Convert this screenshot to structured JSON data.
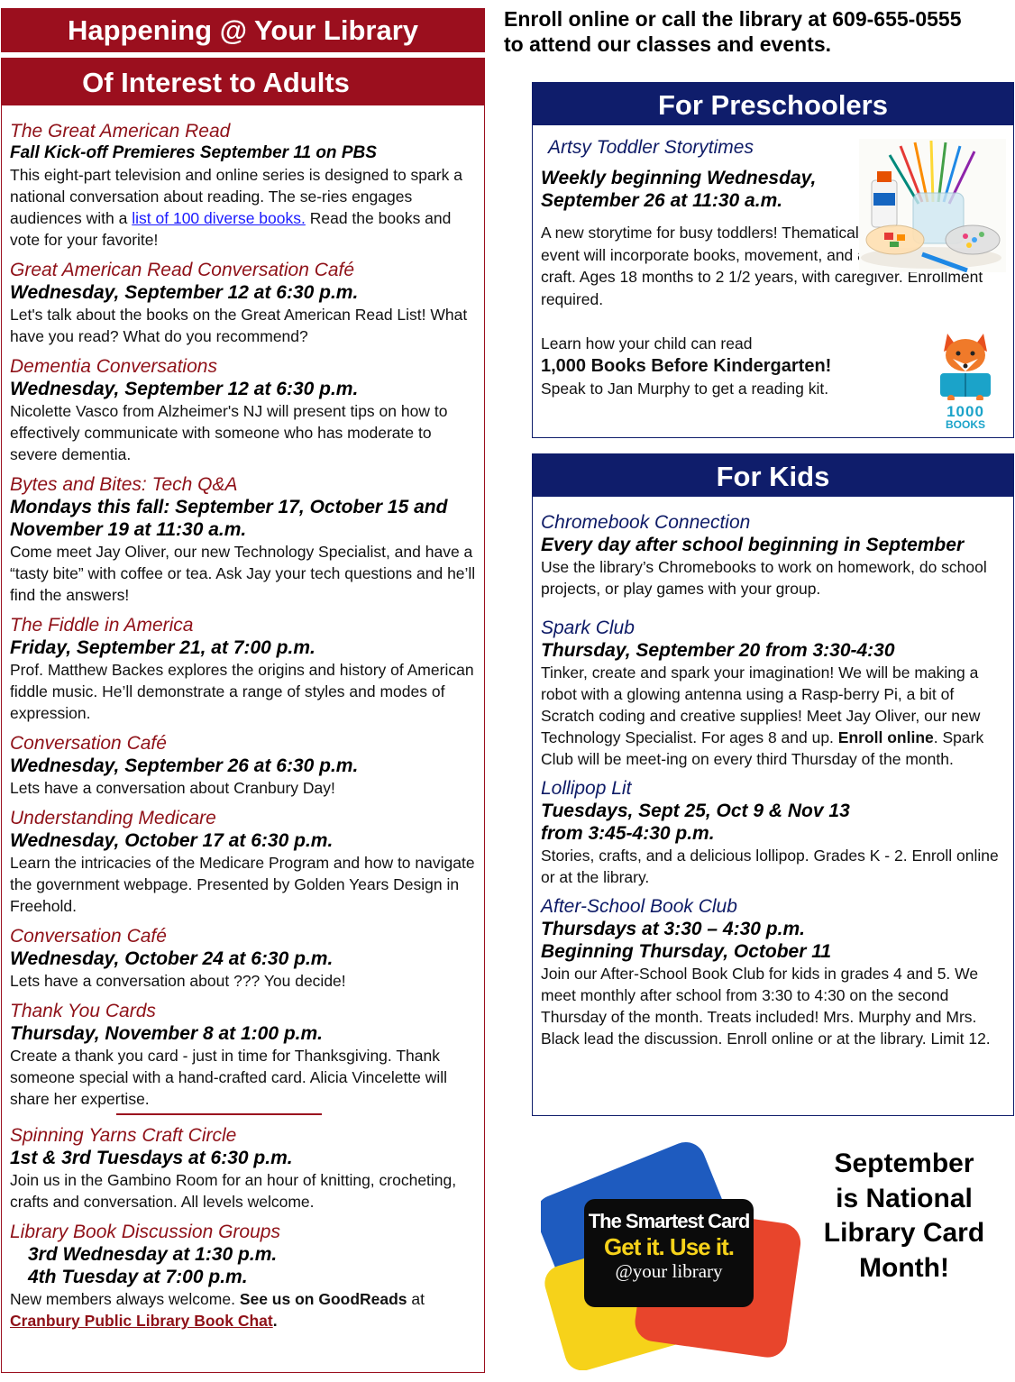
{
  "header": {
    "title": "Happening @ Your Library",
    "enroll_line1": "Enroll online or call the library at 609-655-0555",
    "enroll_line2": "to attend our classes and events."
  },
  "adults": {
    "heading": "Of Interest to Adults",
    "great_american_read": {
      "title": "The Great American Read",
      "subtitle": "Fall Kick-off Premieres September 11 on PBS",
      "body_1": "This eight-part television and online series is designed to spark a national conversation about reading. The se-ries engages audiences with a",
      "link": "list of 100 diverse books.",
      "body_2": "Read the books and vote for your favorite!"
    },
    "events": [
      {
        "title": "Great American Read Conversation Café",
        "date": "Wednesday, September 12 at 6:30 p.m.",
        "body": "Let's talk about the books on the Great American Read List!  What have you read?  What do you recommend?"
      },
      {
        "title": "Dementia Conversations",
        "date": "Wednesday, September 12 at 6:30 p.m.",
        "body": "Nicolette Vasco from Alzheimer's NJ will present tips on how to effectively communicate with someone who has moderate to severe dementia."
      },
      {
        "title": "Bytes and Bites: Tech Q&A",
        "date": "Mondays this fall: September 17, October 15 and November 19 at 11:30 a.m.",
        "body": "Come meet Jay Oliver, our new Technology Specialist, and have a “tasty bite”  with coffee or tea.  Ask Jay your tech questions  and he’ll find the answers!"
      },
      {
        "title": "The Fiddle in America",
        "date": "Friday, September 21, at 7:00 p.m.",
        "body": "Prof. Matthew Backes explores the origins and history of American fiddle music.  He’ll demonstrate a range of styles and modes of expression."
      },
      {
        "title": "Conversation Café",
        "date": "Wednesday, September 26 at 6:30 p.m.",
        "body": "Lets have a conversation about Cranbury Day!"
      },
      {
        "title": "Understanding Medicare",
        "date": "Wednesday, October 17 at 6:30 p.m.",
        "body": "Learn the intricacies of the Medicare Program and how to navigate the government webpage. Presented by Golden Years Design in Freehold."
      },
      {
        "title": "Conversation Café",
        "date": "Wednesday, October 24 at 6:30 p.m.",
        "body": "Lets have a conversation about ???  You decide!"
      },
      {
        "title": "Thank You Cards",
        "date": "Thursday, November 8 at 1:00 p.m.",
        "body": "Create a thank you card - just in time for Thanksgiving.  Thank someone special with a hand-crafted card.  Alicia Vincelette will share her expertise."
      },
      {
        "title": "Spinning Yarns Craft Circle",
        "date": "1st & 3rd Tuesdays at 6:30 p.m.",
        "body": "Join us in the Gambino Room for an hour of knitting, crocheting, crafts and conversation.  All levels welcome."
      }
    ],
    "book_groups": {
      "title": "Library Book Discussion Groups",
      "line1": "3rd Wednesday at 1:30 p.m.",
      "line2": "4th Tuesday at 7:00 p.m.",
      "body": "New members always welcome.",
      "see_us": "See us on GoodReads",
      "at": "at",
      "link": "Cranbury Public Library Book Chat",
      "period": "."
    }
  },
  "preschool": {
    "heading": "For Preschoolers",
    "title": "Artsy Toddler Storytimes",
    "date": "Weekly beginning Wednesday, September 26 at 11:30 a.m.",
    "body": "A new storytime for busy toddlers! Thematically based, this event will incorporate books, movement, and an age-appropriate craft.  Ages 18 months to 2 1/2 years, with caregiver.  Enrollment required.",
    "learn": "Learn how your child can read",
    "books_bold": "1,000 Books Before Kindergarten!",
    "speak": "Speak to Jan Murphy to get a reading kit.",
    "logo_number": "1000",
    "logo_word": "BOOKS"
  },
  "kids": {
    "heading": "For Kids",
    "events": [
      {
        "title": "Chromebook Connection",
        "date": "Every day after school beginning in September",
        "body": "Use the library’s Chromebooks to work on homework, do school projects, or play games with your group."
      },
      {
        "title": "Spark Club",
        "date": "Thursday, September 20 from 3:30-4:30",
        "body_1": "Tinker, create and spark your imagination! We will be making a robot with a glowing antenna using a Rasp-berry Pi, a bit of Scratch coding and creative supplies! Meet Jay Oliver, our new Technology Specialist.  For ages 8 and up.",
        "bold": "Enroll online",
        "body_2": ". Spark Club will be meet-ing on every third Thursday of the month."
      },
      {
        "title": "Lollipop Lit",
        "date": "Tuesdays, Sept 25, Oct 9 & Nov 13 from 3:45-4:30 p.m.",
        "body": "Stories, crafts, and a delicious lollipop. Grades K - 2. Enroll online or at the library."
      },
      {
        "title": "After-School Book Club",
        "date": "Thursdays at  3:30 – 4:30 p.m.",
        "date2": "Beginning Thursday, October 11",
        "body": "Join our After-School Book Club for kids in grades 4 and 5. We meet monthly after school from 3:30 to 4:30 on the second Thursday of the month. Treats included! Mrs. Murphy and Mrs. Black lead the discussion.  Enroll online or at the library. Limit 12."
      }
    ]
  },
  "card_logo": {
    "line1": "The Smartest Card",
    "line2": "Get it. Use it.",
    "line3": "@your library"
  },
  "september": {
    "text": "September is National Library Card Month!"
  },
  "colors": {
    "red": "#9b0f1e",
    "navy": "#0f1d6b",
    "title_red": "#8f1118",
    "title_navy": "#0d1a66",
    "link_blue": "#1a1aff"
  }
}
